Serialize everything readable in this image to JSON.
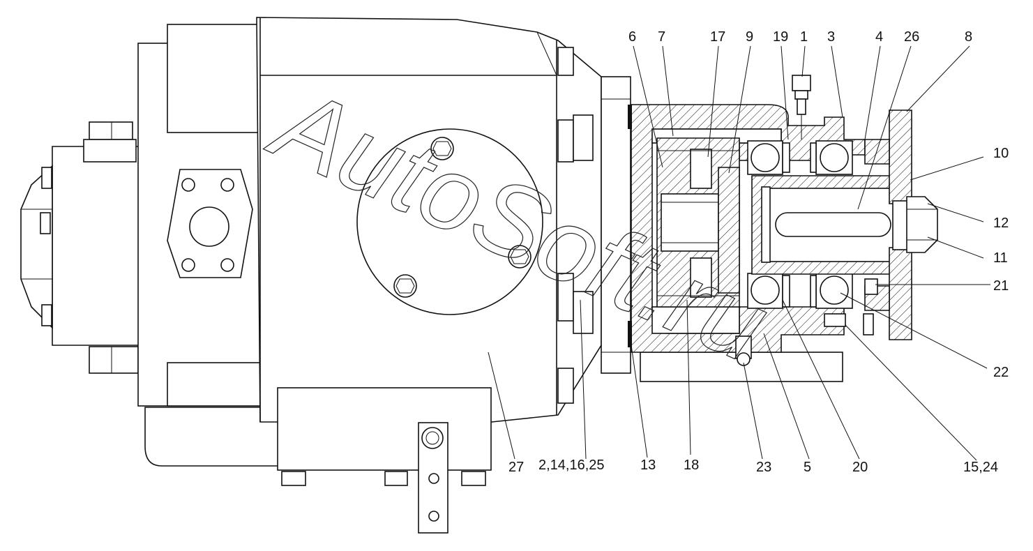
{
  "watermark": {
    "text": "AutoSoft.ru"
  },
  "callouts": [
    {
      "id": "c1",
      "text": "1"
    },
    {
      "id": "c2",
      "text": "2,14,16,25"
    },
    {
      "id": "c3",
      "text": "3"
    },
    {
      "id": "c4",
      "text": "4"
    },
    {
      "id": "c5",
      "text": "5"
    },
    {
      "id": "c6",
      "text": "6"
    },
    {
      "id": "c7",
      "text": "7"
    },
    {
      "id": "c8",
      "text": "8"
    },
    {
      "id": "c9",
      "text": "9"
    },
    {
      "id": "c10",
      "text": "10"
    },
    {
      "id": "c11",
      "text": "11"
    },
    {
      "id": "c12",
      "text": "12"
    },
    {
      "id": "c13",
      "text": "13"
    },
    {
      "id": "c15",
      "text": "15,24"
    },
    {
      "id": "c17",
      "text": "17"
    },
    {
      "id": "c18",
      "text": "18"
    },
    {
      "id": "c19",
      "text": "19"
    },
    {
      "id": "c20",
      "text": "20"
    },
    {
      "id": "c21",
      "text": "21"
    },
    {
      "id": "c22",
      "text": "22"
    },
    {
      "id": "c23",
      "text": "23"
    },
    {
      "id": "c26",
      "text": "26"
    },
    {
      "id": "c27",
      "text": "27"
    }
  ]
}
